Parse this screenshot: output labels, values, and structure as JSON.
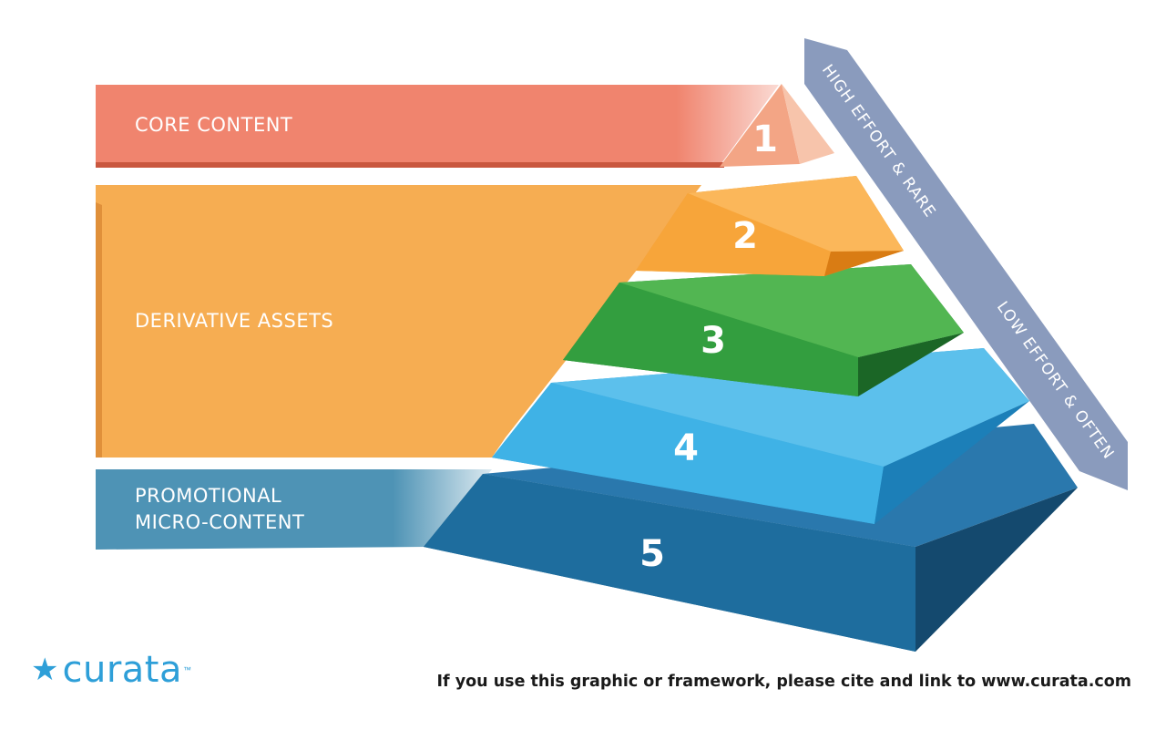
{
  "bands": [
    {
      "label": "CORE CONTENT",
      "color": "#f0846e"
    },
    {
      "label": "DERIVATIVE ASSETS",
      "color": "#f6a94c"
    },
    {
      "label_lines": [
        "PROMOTIONAL",
        "MICRO-CONTENT"
      ],
      "color": "#4e93b5"
    }
  ],
  "tiers": [
    {
      "number": "1",
      "color": "#ef9a7e"
    },
    {
      "number": "2",
      "color": "#f59a2c"
    },
    {
      "number": "3",
      "color": "#2e9a3b"
    },
    {
      "number": "4",
      "color": "#35a5dd"
    },
    {
      "number": "5",
      "color": "#1f6fa0"
    }
  ],
  "arrow": {
    "top_label": "HIGH EFFORT & RARE",
    "bottom_label": "LOW EFFORT & OFTEN",
    "color": "#8a9bbd"
  },
  "logo": {
    "text": "curata",
    "tm": "™",
    "star": "★"
  },
  "citation": "If you use this graphic or framework, please cite and link to www.curata.com"
}
